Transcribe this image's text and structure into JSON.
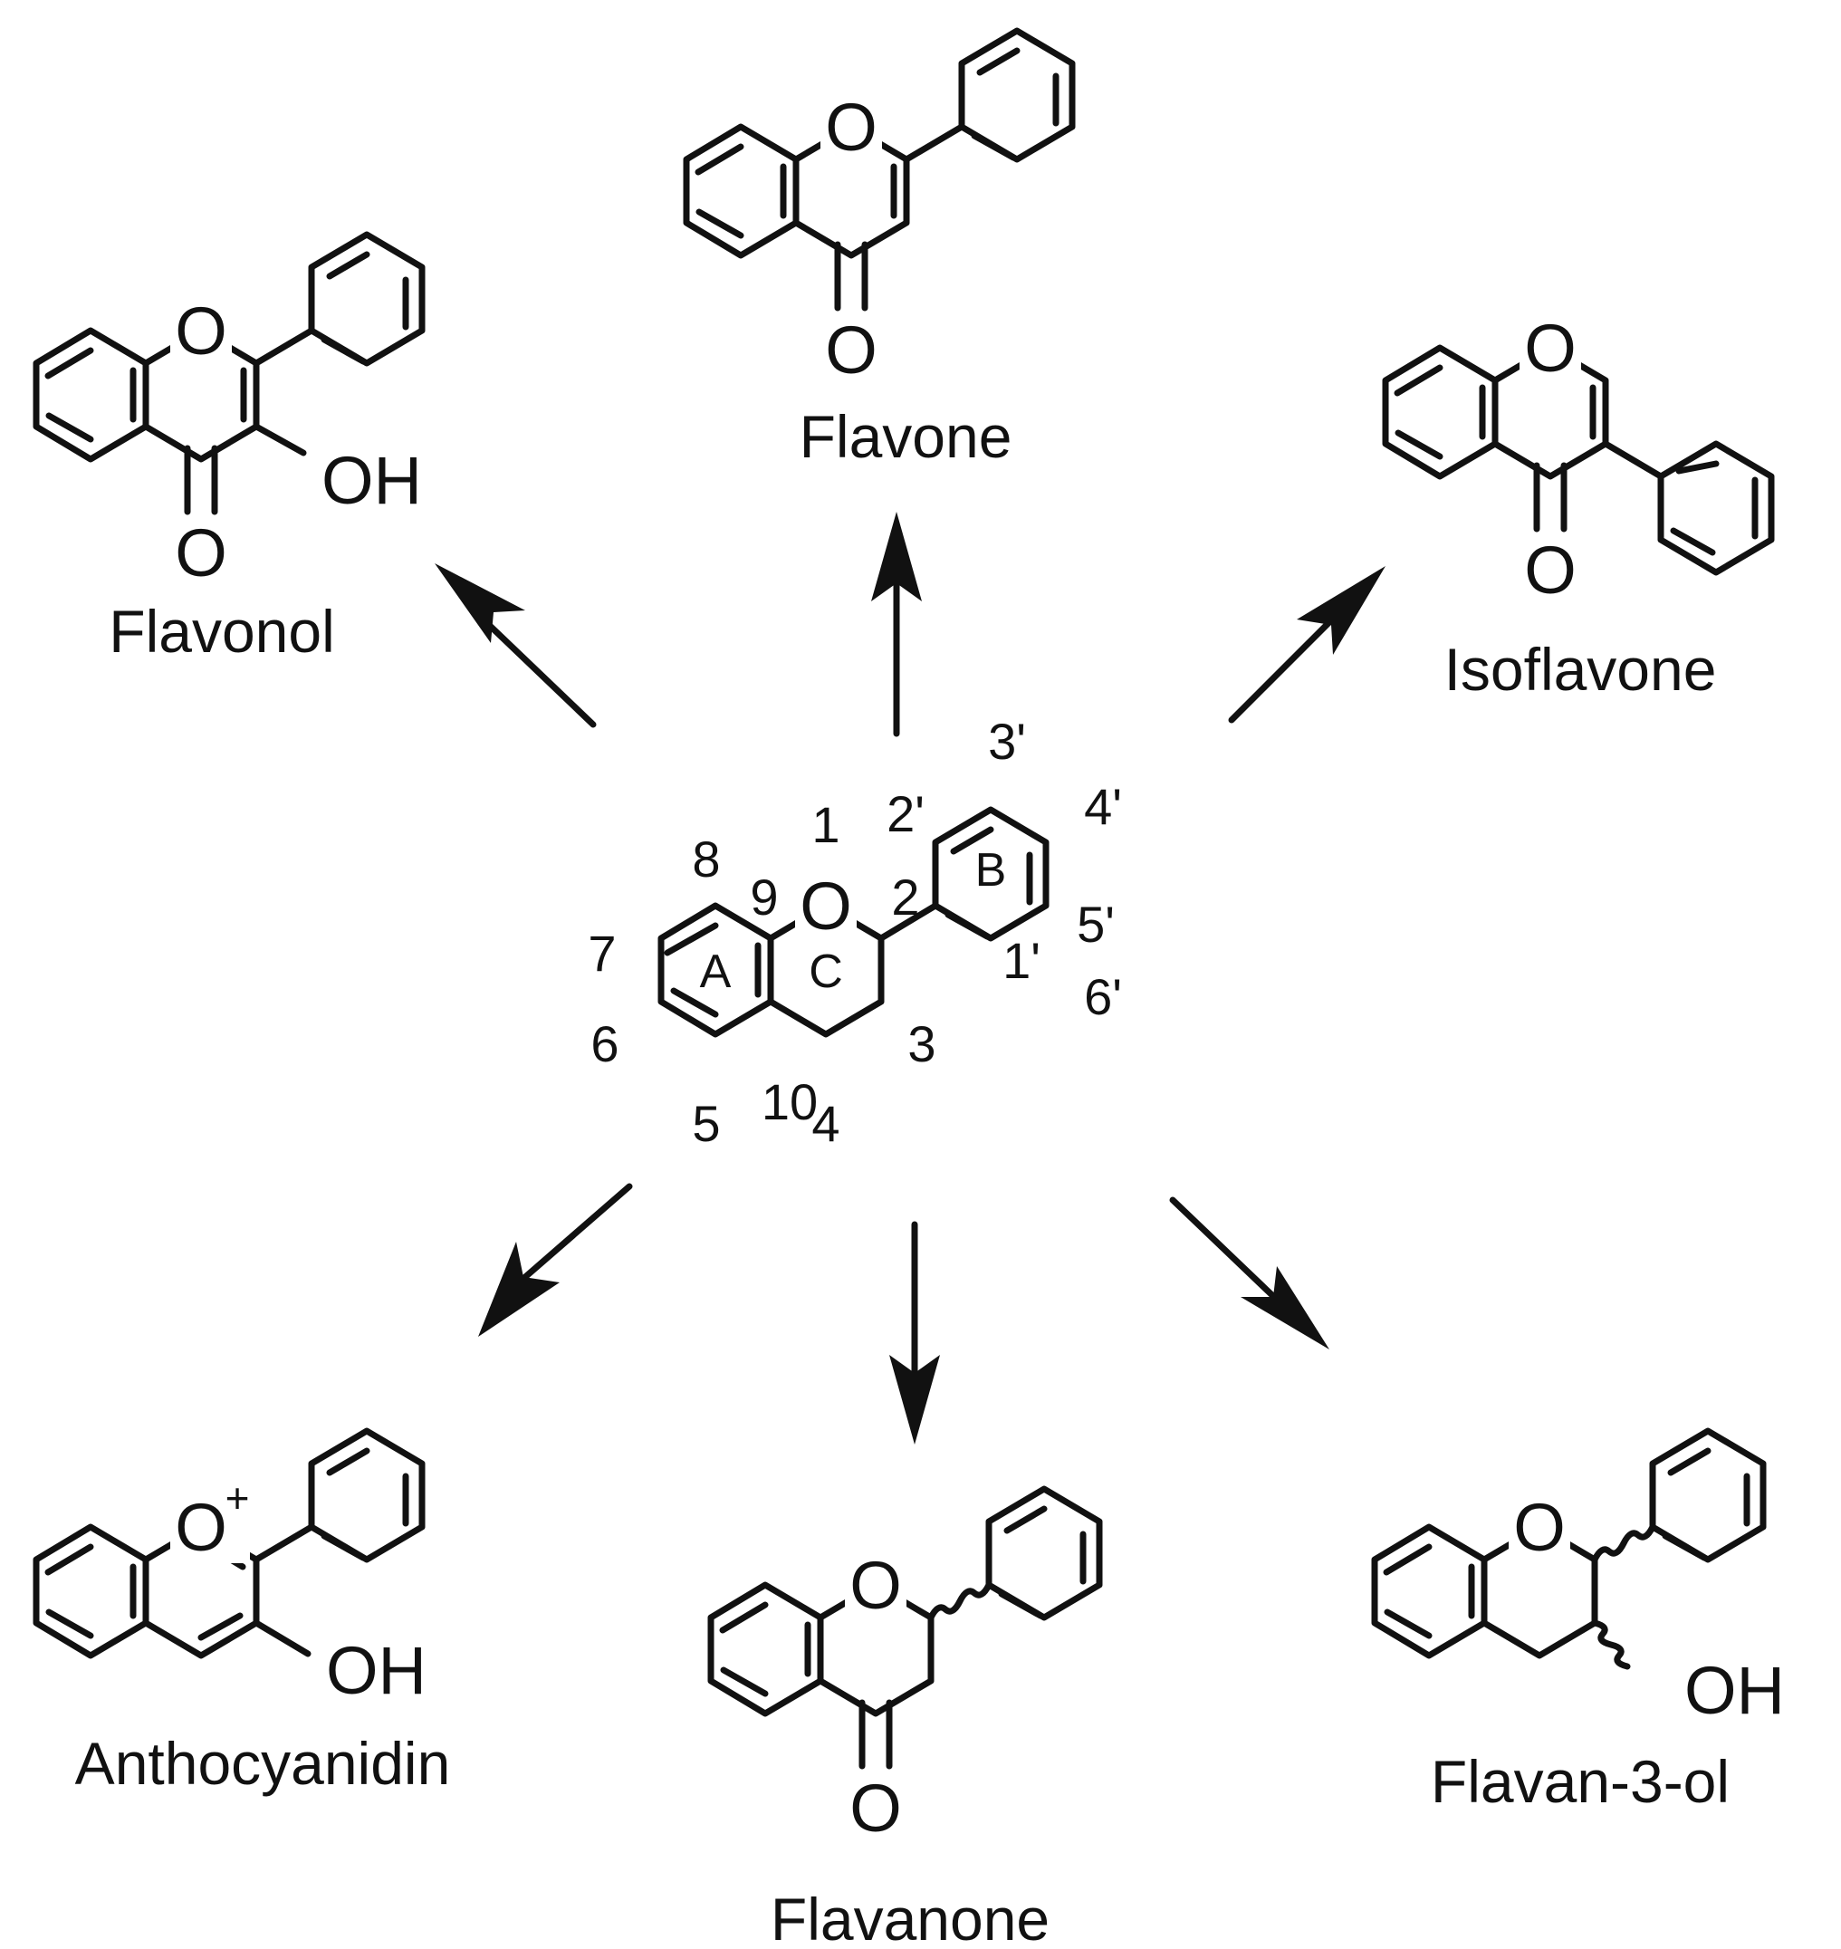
{
  "compounds": {
    "flavone": "Flavone",
    "flavonol": "Flavonol",
    "isoflavone": "Isoflavone",
    "anthocyanidin": "Anthocyanidin",
    "flavanone": "Flavanone",
    "flavan3ol": "Flavan-3-ol"
  },
  "atoms": {
    "oxygen": "O",
    "hydroxyl": "OH",
    "charge": "+"
  },
  "core": {
    "ring_labels": {
      "a": "A",
      "b": "B",
      "c": "C"
    },
    "positions": {
      "p1": "1",
      "p2": "2",
      "p3": "3",
      "p4": "4",
      "p5": "5",
      "p6": "6",
      "p7": "7",
      "p8": "8",
      "p9": "9",
      "p10": "10",
      "p1p": "1'",
      "p2p": "2'",
      "p3p": "3'",
      "p4p": "4'",
      "p5p": "5'",
      "p6p": "6'"
    }
  }
}
